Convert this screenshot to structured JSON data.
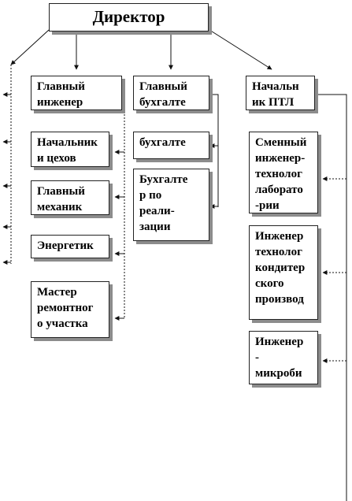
{
  "colors": {
    "line": "#111111",
    "shadow": "#8c8c8c",
    "box_border": "#222222",
    "background": "#ffffff"
  },
  "nodes": {
    "director": "Директор",
    "chief_engineer": "Главный\nинженер",
    "chief_accountant": "Главный\nбухгалте",
    "head_ptl": "Начальн\nик  ПТЛ",
    "shop_head": "Начальник\nи цехов",
    "chief_mechanic": "Главный\nмеханик",
    "power_engineer": "Энергетик",
    "repair_master": "Мастер\nремонтног\nо участка",
    "accountant": "бухгалте",
    "sales_accountant": "Бухгалте\nр по\nреали-\nзации",
    "shift_lab_engineer": "Сменный\nинженер-\nтехнолог\nлаборато\n-рии",
    "confectionery_engineer": "Инженер\nтехнолог\nкондитер\nского\nпроизвод",
    "microbiologist": "Инженер\n-\nмикроби"
  }
}
